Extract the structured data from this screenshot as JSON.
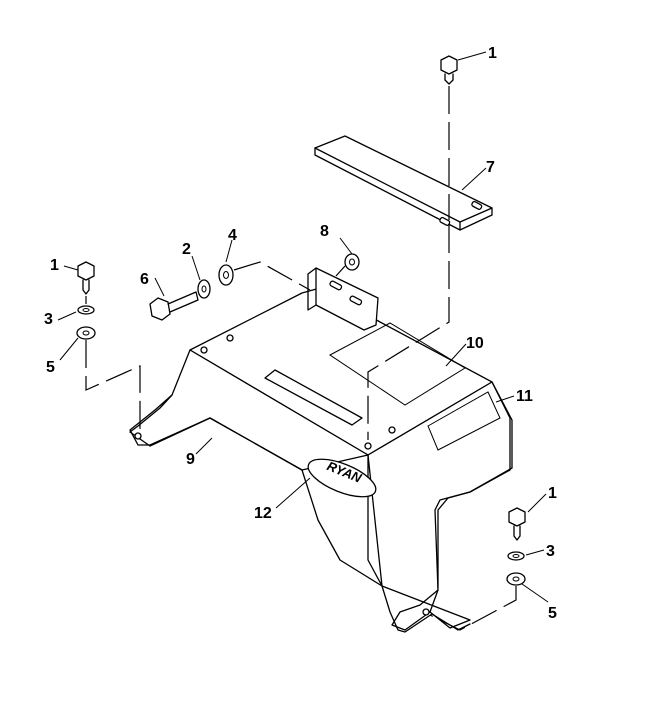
{
  "diagram": {
    "callouts": [
      {
        "id": "c1a",
        "label": "1"
      },
      {
        "id": "c7",
        "label": "7"
      },
      {
        "id": "c8",
        "label": "8"
      },
      {
        "id": "c2",
        "label": "2"
      },
      {
        "id": "c4",
        "label": "4"
      },
      {
        "id": "c1b",
        "label": "1"
      },
      {
        "id": "c6",
        "label": "6"
      },
      {
        "id": "c3a",
        "label": "3"
      },
      {
        "id": "c5a",
        "label": "5"
      },
      {
        "id": "c10",
        "label": "10"
      },
      {
        "id": "c11",
        "label": "11"
      },
      {
        "id": "c9",
        "label": "9"
      },
      {
        "id": "c12",
        "label": "12"
      },
      {
        "id": "c1c",
        "label": "1"
      },
      {
        "id": "c3b",
        "label": "3"
      },
      {
        "id": "c5b",
        "label": "5"
      }
    ],
    "logo_text": "RYAN"
  }
}
